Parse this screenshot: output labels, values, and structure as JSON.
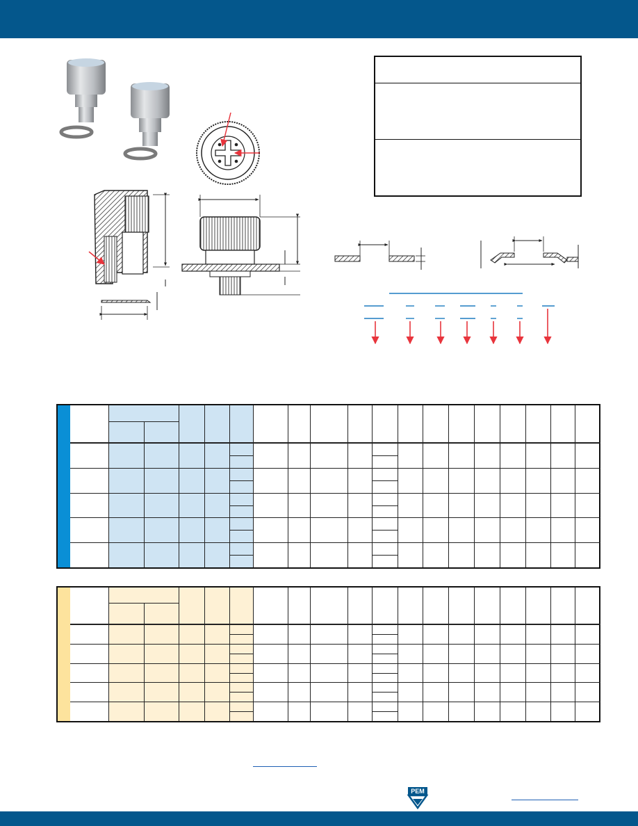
{
  "header": {
    "title": ""
  },
  "colors": {
    "brand_band": "#04578c",
    "metric_table_accent": "#0a8fd6",
    "metric_table_tint": "#cfe4f3",
    "unified_table_accent": "#fde39d",
    "unified_table_tint": "#fef1d5",
    "callout_arrow": "#e8343c"
  },
  "illustrations": {
    "product_photo": "fastener-photo",
    "top_view": "knurled-head-top-view",
    "section_view": "installed-section-view",
    "flat_washer": "flat-washer-section",
    "formed_washer": "formed-washer-section",
    "part_number_code": "part-number-breakdown"
  },
  "info_box": {
    "rows": 3
  },
  "table_metric": {
    "body_rows": 5
  },
  "table_unified": {
    "body_rows": 5
  },
  "footer": {
    "logo": "PEM",
    "links": 2
  }
}
